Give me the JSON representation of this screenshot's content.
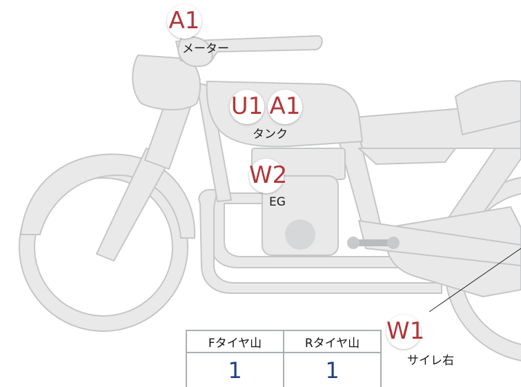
{
  "markers": [
    {
      "id": "meter",
      "code": "A1",
      "label": "メーター"
    },
    {
      "id": "tank",
      "codes": [
        "U1",
        "A1"
      ],
      "label": "タンク"
    },
    {
      "id": "engine",
      "code": "W2",
      "label": "EG"
    },
    {
      "id": "silencer-right",
      "code": "W1",
      "label": "サイレ右"
    }
  ],
  "tire_table": {
    "headers": [
      "Fタイヤ山",
      "Rタイヤ山"
    ],
    "values": [
      "1",
      "1"
    ]
  },
  "colors": {
    "part_fill": "#e9e9e9",
    "part_stroke": "#c4c6c8",
    "badge_text": "#b0373a",
    "value_text": "#1f3f86"
  }
}
